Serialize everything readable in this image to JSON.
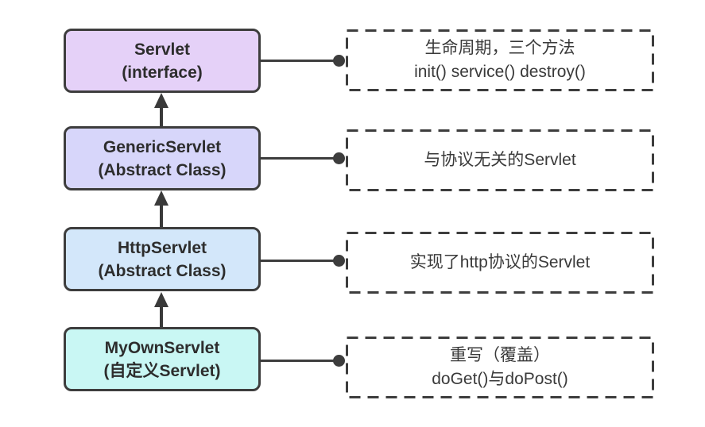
{
  "diagram": {
    "colors": {
      "border": "#3d3d3d",
      "node_text": "#2d2d2d",
      "note_text": "#3a3a3a",
      "connector": "#3d3d3d",
      "background": "#ffffff"
    },
    "rows": [
      {
        "node": {
          "line1": "Servlet",
          "line2": "(interface)",
          "fill": "#e5d1f8"
        },
        "note": {
          "line1": "生命周期，三个方法",
          "line2": "init() service() destroy()"
        }
      },
      {
        "node": {
          "line1": "GenericServlet",
          "line2": "(Abstract Class)",
          "fill": "#d7d6fa"
        },
        "note": {
          "line1": "与协议无关的Servlet",
          "line2": ""
        }
      },
      {
        "node": {
          "line1": "HttpServlet",
          "line2": "(Abstract Class)",
          "fill": "#d3e7fa"
        },
        "note": {
          "line1": "实现了http协议的Servlet",
          "line2": ""
        }
      },
      {
        "node": {
          "line1": "MyOwnServlet",
          "line2": "(自定义Servlet)",
          "fill": "#c9f7f4"
        },
        "note": {
          "line1": "重写（覆盖）",
          "line2": "doGet()与doPost()"
        }
      }
    ]
  }
}
